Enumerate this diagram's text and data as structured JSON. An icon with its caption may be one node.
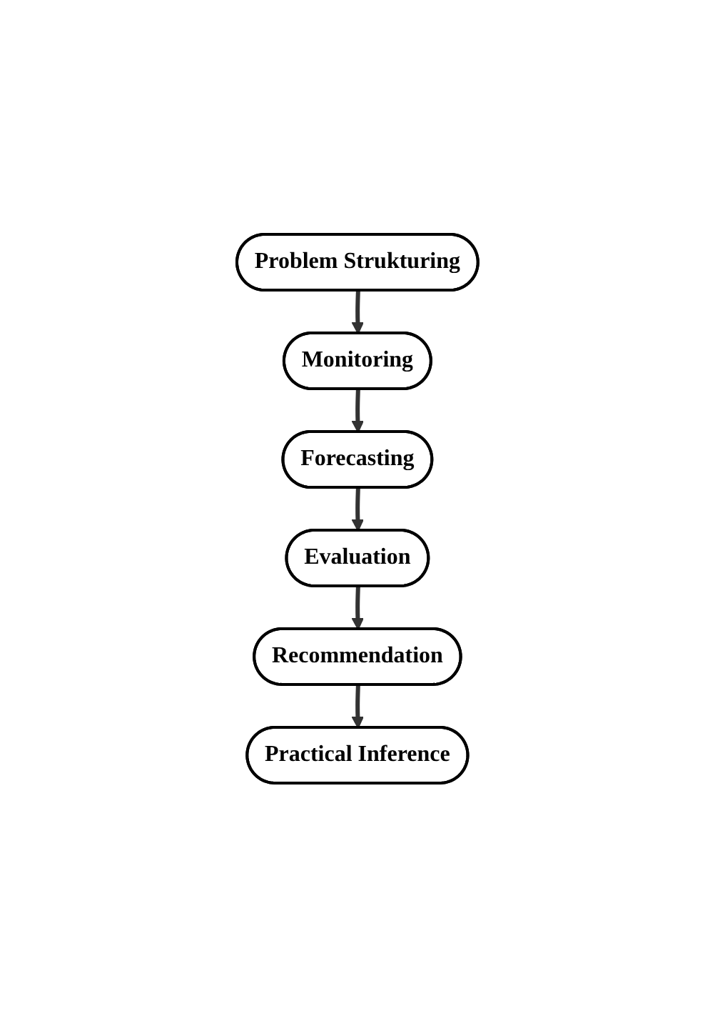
{
  "diagram": {
    "nodes": [
      {
        "text": [
          "Problem Strukturing"
        ]
      },
      {
        "text": [
          "Monitoring"
        ]
      },
      {
        "text": [
          "Forecasting"
        ]
      },
      {
        "text": [
          "Evaluation"
        ]
      },
      {
        "text": [
          "Recommendation"
        ]
      },
      {
        "text": [
          "Practical Inference"
        ]
      }
    ],
    "edges": [
      {
        "from": 0,
        "to": 1,
        "arrow": "to"
      },
      {
        "from": 1,
        "to": 2,
        "arrow": "to"
      },
      {
        "from": 2,
        "to": 3,
        "arrow": "to"
      },
      {
        "from": 3,
        "to": 4,
        "arrow": "to"
      },
      {
        "from": 4,
        "to": 5,
        "arrow": "to"
      }
    ]
  }
}
